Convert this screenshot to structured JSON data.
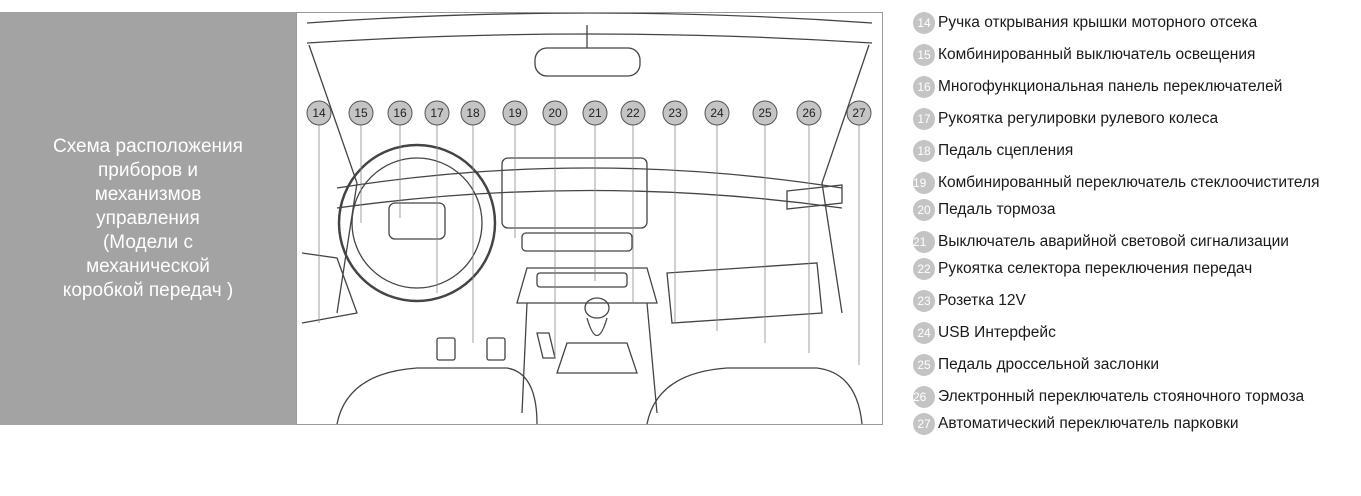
{
  "side_panel": {
    "title": "Схема расположения\nприборов и\nмеханизмов\nуправления\n(Модели с\nмеханической\nкоробкой передач )"
  },
  "diagram": {
    "callouts": [
      "14",
      "15",
      "16",
      "17",
      "18",
      "19",
      "20",
      "21",
      "22",
      "23",
      "24",
      "25",
      "26",
      "27"
    ],
    "badge_color": "#c4c4c4"
  },
  "legend": {
    "items": [
      {
        "num": "14",
        "text": "Ручка открывания крышки моторного отсека"
      },
      {
        "num": "15",
        "text": "Комбинированный выключатель освещения"
      },
      {
        "num": "16",
        "text": "Многофункциональная панель переключателей"
      },
      {
        "num": "17",
        "text": "Рукоятка регулировки рулевого колеса"
      },
      {
        "num": "18",
        "text": "Педаль сцепления"
      },
      {
        "num": "19",
        "text": "Комбинированный переключатель стеклоочистителя"
      },
      {
        "num": "20",
        "text": "Педаль тормоза"
      },
      {
        "num": "21",
        "text": "Выключатель аварийной световой сигнализации"
      },
      {
        "num": "22",
        "text": "Рукоятка селектора переключения передач"
      },
      {
        "num": "23",
        "text": "Розетка 12V"
      },
      {
        "num": "24",
        "text": "USB Интерфейс"
      },
      {
        "num": "25",
        "text": "Педаль дроссельной заслонки"
      },
      {
        "num": "26",
        "text": "Электронный переключатель стояночного тормоза"
      },
      {
        "num": "27",
        "text": "Автоматический переключатель парковки"
      }
    ]
  }
}
